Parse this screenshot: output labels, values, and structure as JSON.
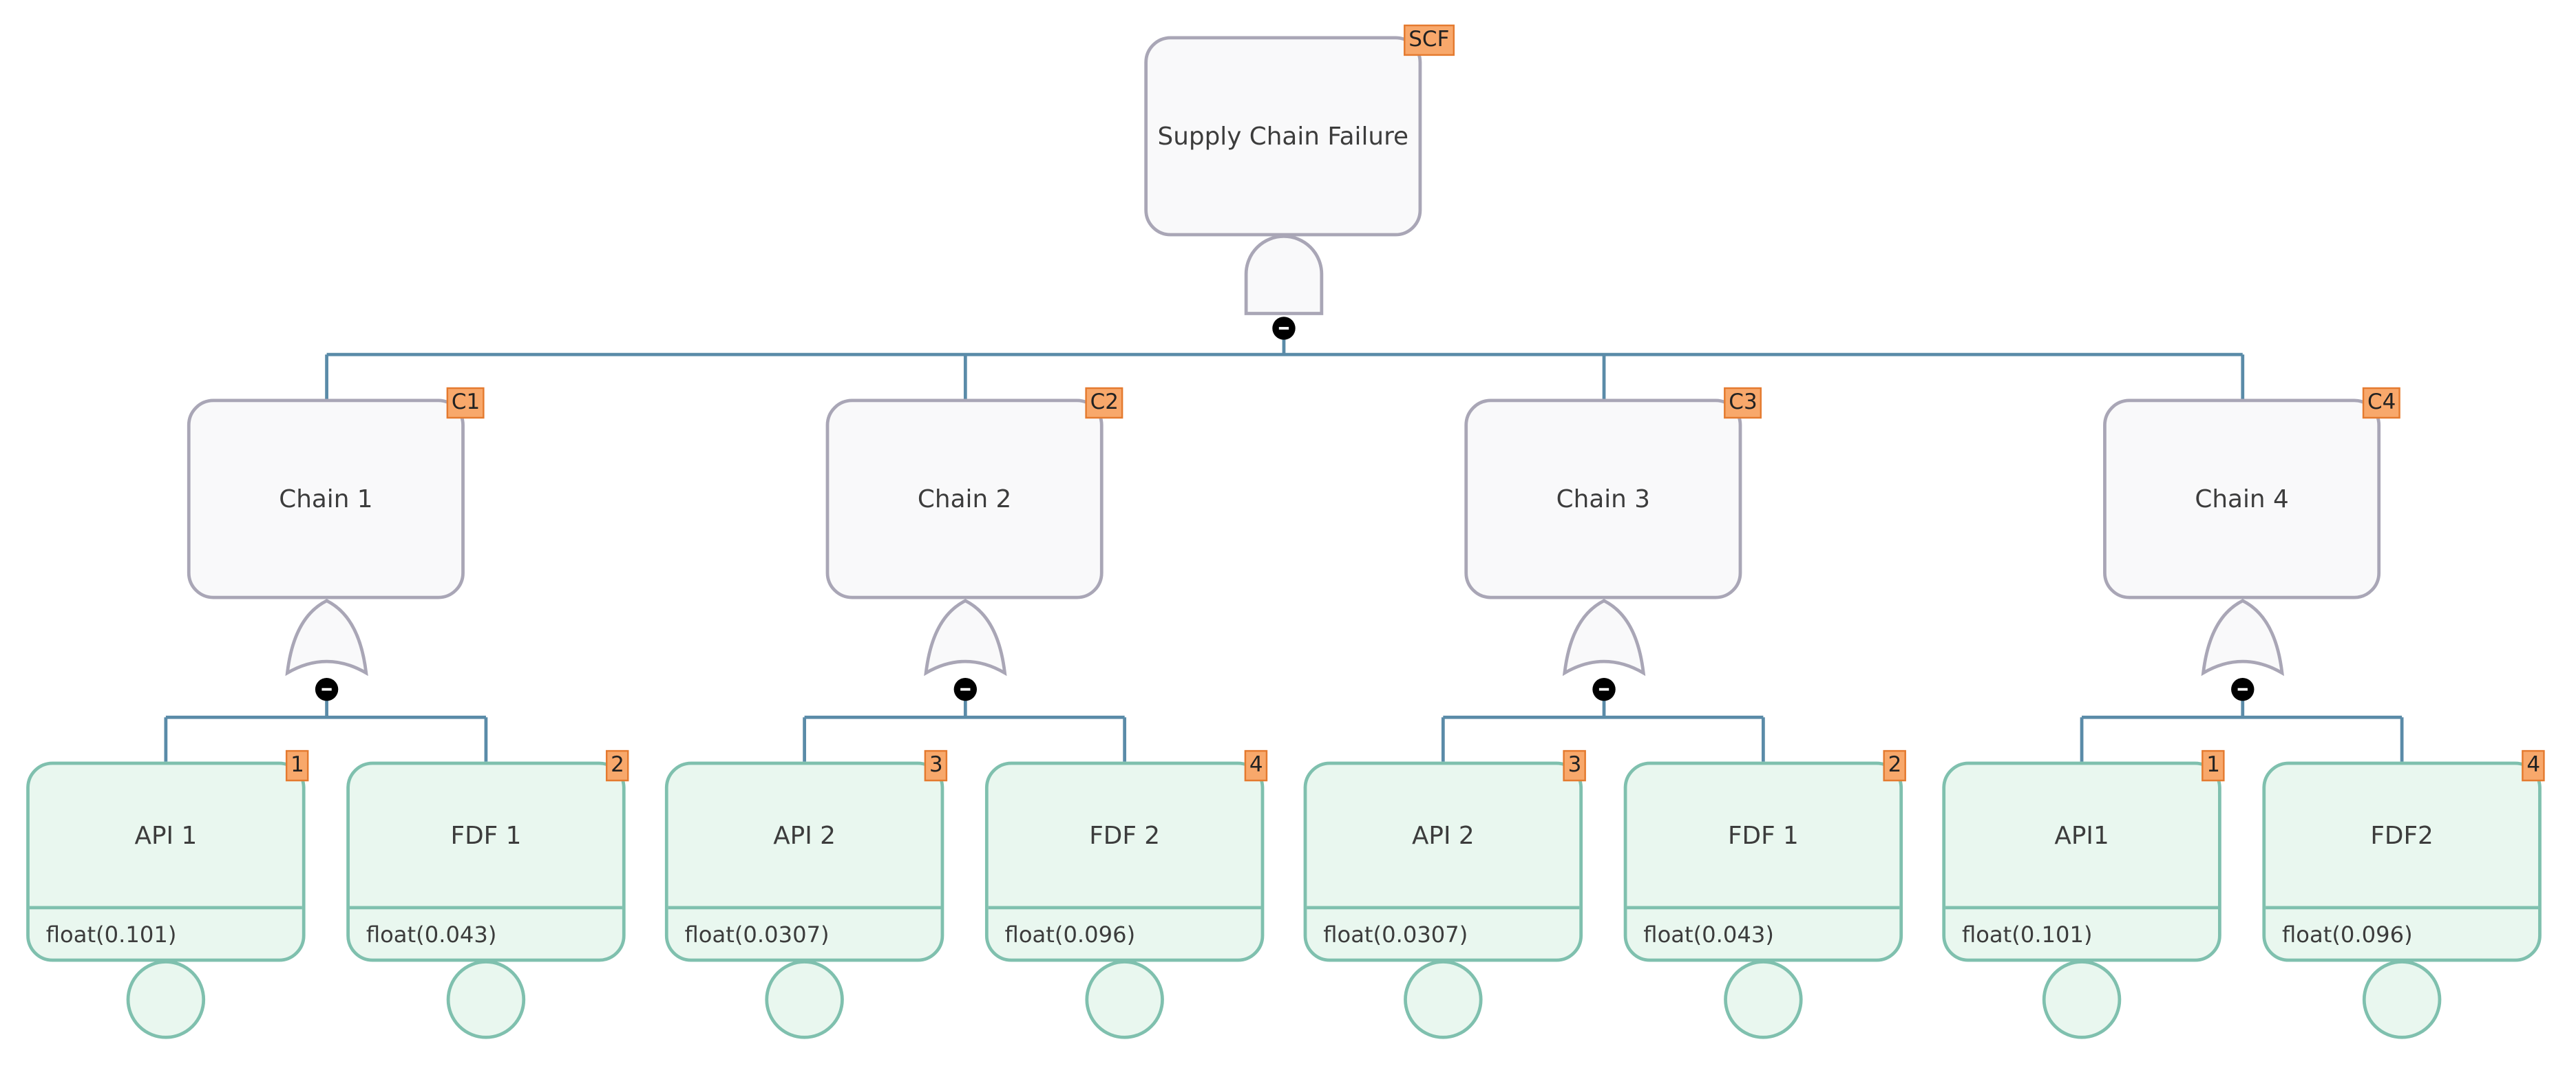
{
  "colors": {
    "gate_fill": "#f9f9fa",
    "gate_border": "#a9a6b6",
    "event_fill": "#e9f7ef",
    "event_border": "#7fc0ae",
    "tag_fill": "#f8a86b",
    "connector": "#5a8ba8",
    "collapse_dot": "#000000"
  },
  "top": {
    "label": "Supply Chain Failure",
    "tag": "SCF",
    "gate_type": "AND",
    "gate_icon": "and-gate-icon"
  },
  "chains": [
    {
      "label": "Chain 1",
      "tag": "C1",
      "gate_type": "OR",
      "gate_icon": "or-gate-icon",
      "events": [
        {
          "label": "API 1",
          "tag": "1",
          "prob": "float(0.101)"
        },
        {
          "label": "FDF 1",
          "tag": "2",
          "prob": "float(0.043)"
        }
      ]
    },
    {
      "label": "Chain 2",
      "tag": "C2",
      "gate_type": "OR",
      "gate_icon": "or-gate-icon",
      "events": [
        {
          "label": "API 2",
          "tag": "3",
          "prob": "float(0.0307)"
        },
        {
          "label": "FDF 2",
          "tag": "4",
          "prob": "float(0.096)"
        }
      ]
    },
    {
      "label": "Chain 3",
      "tag": "C3",
      "gate_type": "OR",
      "gate_icon": "or-gate-icon",
      "events": [
        {
          "label": "API 2",
          "tag": "3",
          "prob": "float(0.0307)"
        },
        {
          "label": "FDF 1",
          "tag": "2",
          "prob": "float(0.043)"
        }
      ]
    },
    {
      "label": "Chain 4",
      "tag": "C4",
      "gate_type": "OR",
      "gate_icon": "or-gate-icon",
      "events": [
        {
          "label": "API1",
          "tag": "1",
          "prob": "float(0.101)"
        },
        {
          "label": "FDF2",
          "tag": "4",
          "prob": "float(0.096)"
        }
      ]
    }
  ]
}
